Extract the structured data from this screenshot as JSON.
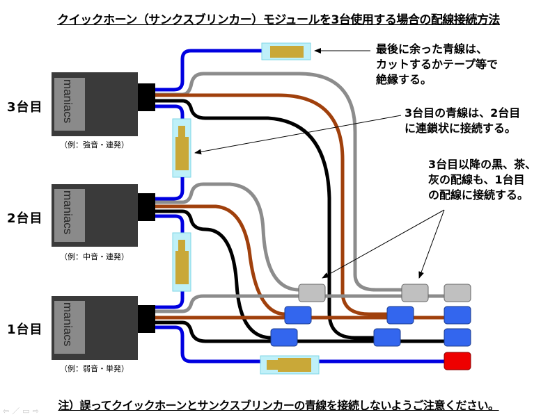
{
  "title": "クイックホーン（サンクスブリンカー）モジュールを3台使用する場合の配線接続方法",
  "modules": [
    {
      "unit_label": "3台目",
      "brand": "maniacs",
      "example": "（例：強音・連発）"
    },
    {
      "unit_label": "2台目",
      "brand": "maniacs",
      "example": "（例：中音・連発）"
    },
    {
      "unit_label": "1台目",
      "brand": "maniacs",
      "example": "（例：弱音・単発）"
    }
  ],
  "callouts": {
    "leftover_blue": [
      "最後に余った青線は、",
      "カットするかテープ等で",
      "絶縁する。"
    ],
    "chain_blue": [
      "3台目の青線は、2台目",
      "に連鎖状に接続する。"
    ],
    "other_wires": [
      "3台目以降の黒、茶、",
      "灰の配線も、1台目",
      "の配線に接続する。"
    ]
  },
  "note": "注）誤ってクイックホーンとサンクスブリンカーの青線を接続しないようご注意ください。",
  "nav": {
    "prev": "⇦",
    "pen": "／",
    "menu": "▭",
    "next": "⇨"
  },
  "colors": {
    "blue_wire": "#0000e0",
    "gray_wire": "#8c8c8c",
    "brown_wire": "#a0400c",
    "black_wire": "#000000",
    "module_body": "#3a3a3a",
    "module_label_bg": "#8a8a8a",
    "connector_blue": "#3366ee",
    "connector_gray": "#c0c0c0",
    "connector_red": "#ee0000",
    "splice_tube": "#bff0f8",
    "splice_core": "#c9a838"
  }
}
